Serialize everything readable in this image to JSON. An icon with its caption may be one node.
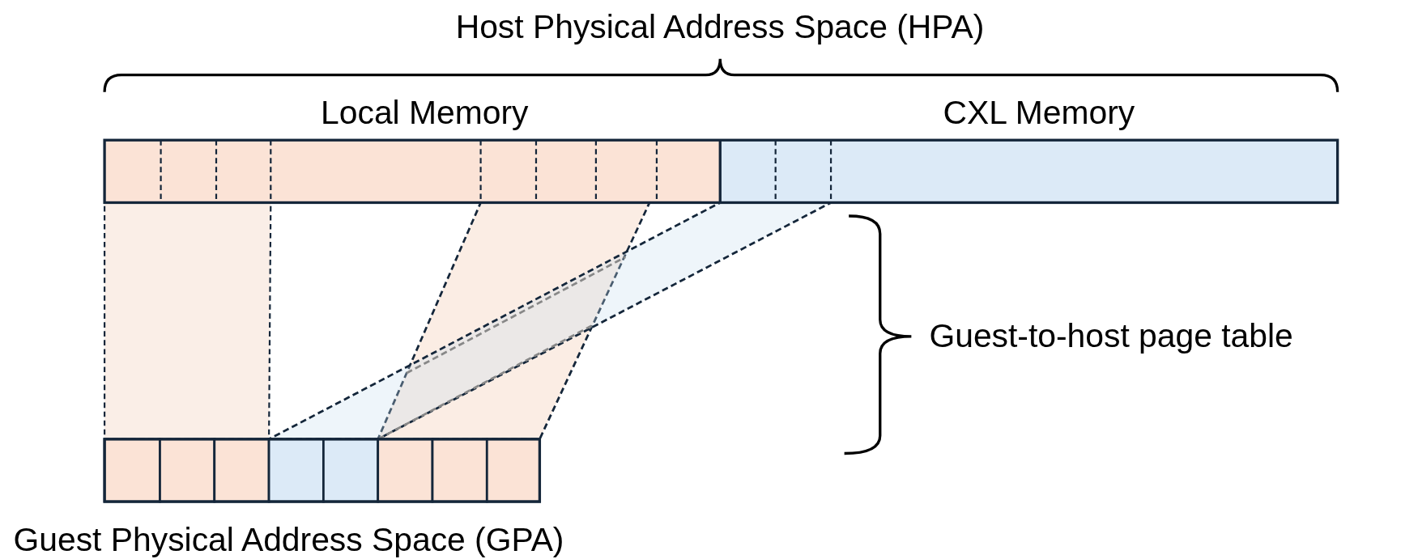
{
  "diagram": {
    "labels": [
      "Host Physical Address Space (HPA)",
      "Local Memory",
      "CXL Memory",
      "Guest-to-host page table",
      "Guest Physical Address Space (GPA)"
    ]
  }
}
